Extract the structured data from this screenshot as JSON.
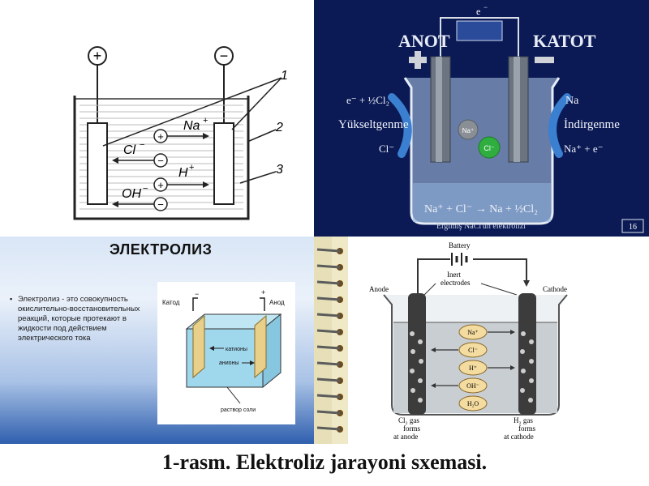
{
  "panel1": {
    "plus": "+",
    "minus": "−",
    "label1": "1",
    "label2": "2",
    "label3": "3",
    "ion_na": "Na",
    "ion_na_sup": "+",
    "ion_cl": "Cl",
    "ion_cl_sup": "−",
    "ion_h": "H",
    "ion_h_sup": "+",
    "ion_oh": "OH",
    "ion_oh_sup": "−",
    "circle_plus": "+",
    "circle_minus": "−"
  },
  "panel2": {
    "anot": "ANOT",
    "katot": "KATOT",
    "e_top": "e",
    "e_top_sup": "−",
    "left_eq": "e⁻ + ½Cl₂",
    "left_word": "Yükseltgenme",
    "left_ion": "Cl⁻",
    "right_na": "Na",
    "right_word": "İndirgenme",
    "right_eq": "Na⁺ + e⁻",
    "na_ball": "Na⁺",
    "cl_ball": "Cl⁻",
    "bottom_eq": "Na⁺ + Cl⁻ → Na + ½Cl₂",
    "subtitle": "Ergimiş NaCl'ün elektrolizi",
    "page_no": "16"
  },
  "panel3": {
    "title": "ЭЛЕКТРОЛИЗ",
    "bullet": "▪",
    "description": "Электролиз - это совокупность окислительно-восстановительных реакций, которые протекают в жидкости под действием электрического тока",
    "katod": "Катод",
    "anod": "Анод",
    "cations": "катионы",
    "anions": "анионы",
    "solution": "раствор соли",
    "minus": "−",
    "plus": "+"
  },
  "panel4": {
    "battery": "Battery",
    "inert": "Inert",
    "electrodes": "electrodes",
    "anode": "Anode",
    "cathode": "Cathode",
    "ions": [
      "Na⁺",
      "Cl⁻",
      "H⁺",
      "OH⁻",
      "H₂O"
    ],
    "cl2_l1": "Cl₂ gas",
    "cl2_l2": "forms",
    "cl2_l3": "at anode",
    "h2_l1": "H₂ gas",
    "h2_l2": "forms",
    "h2_l3": "at cathode"
  },
  "caption": "1-rasm. Elektroliz jarayoni sxemasi."
}
